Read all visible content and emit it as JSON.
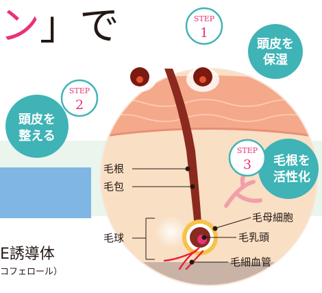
{
  "headline_fragment": {
    "pink": "ン",
    "rest": "」で"
  },
  "caption": {
    "main": "E誘導体",
    "sub": "コフェロール）"
  },
  "steps": [
    {
      "step_word": "STEP",
      "number": "1",
      "text_line1": "頭皮を",
      "text_line2": "保湿"
    },
    {
      "step_word": "STEP",
      "number": "2",
      "text_line1": "頭皮を",
      "text_line2": "整える"
    },
    {
      "step_word": "STEP",
      "number": "3",
      "text_line1": "毛根を",
      "text_line2": "活性化"
    }
  ],
  "labels": {
    "mokon": "毛根",
    "mouhou": "毛包",
    "mokyu": "毛球",
    "mobo": "毛母細胞",
    "nyuto": "毛乳頭",
    "kekkan": "毛細血管"
  },
  "colors": {
    "teal": "#3fb3b6",
    "pink": "#e8327a",
    "skin_top": "#f4a98a",
    "dermis": "#f9dfc4",
    "fat": "#c9b3a6",
    "hair": "#8a2a1f",
    "blue_box": "#7fb6e3"
  }
}
